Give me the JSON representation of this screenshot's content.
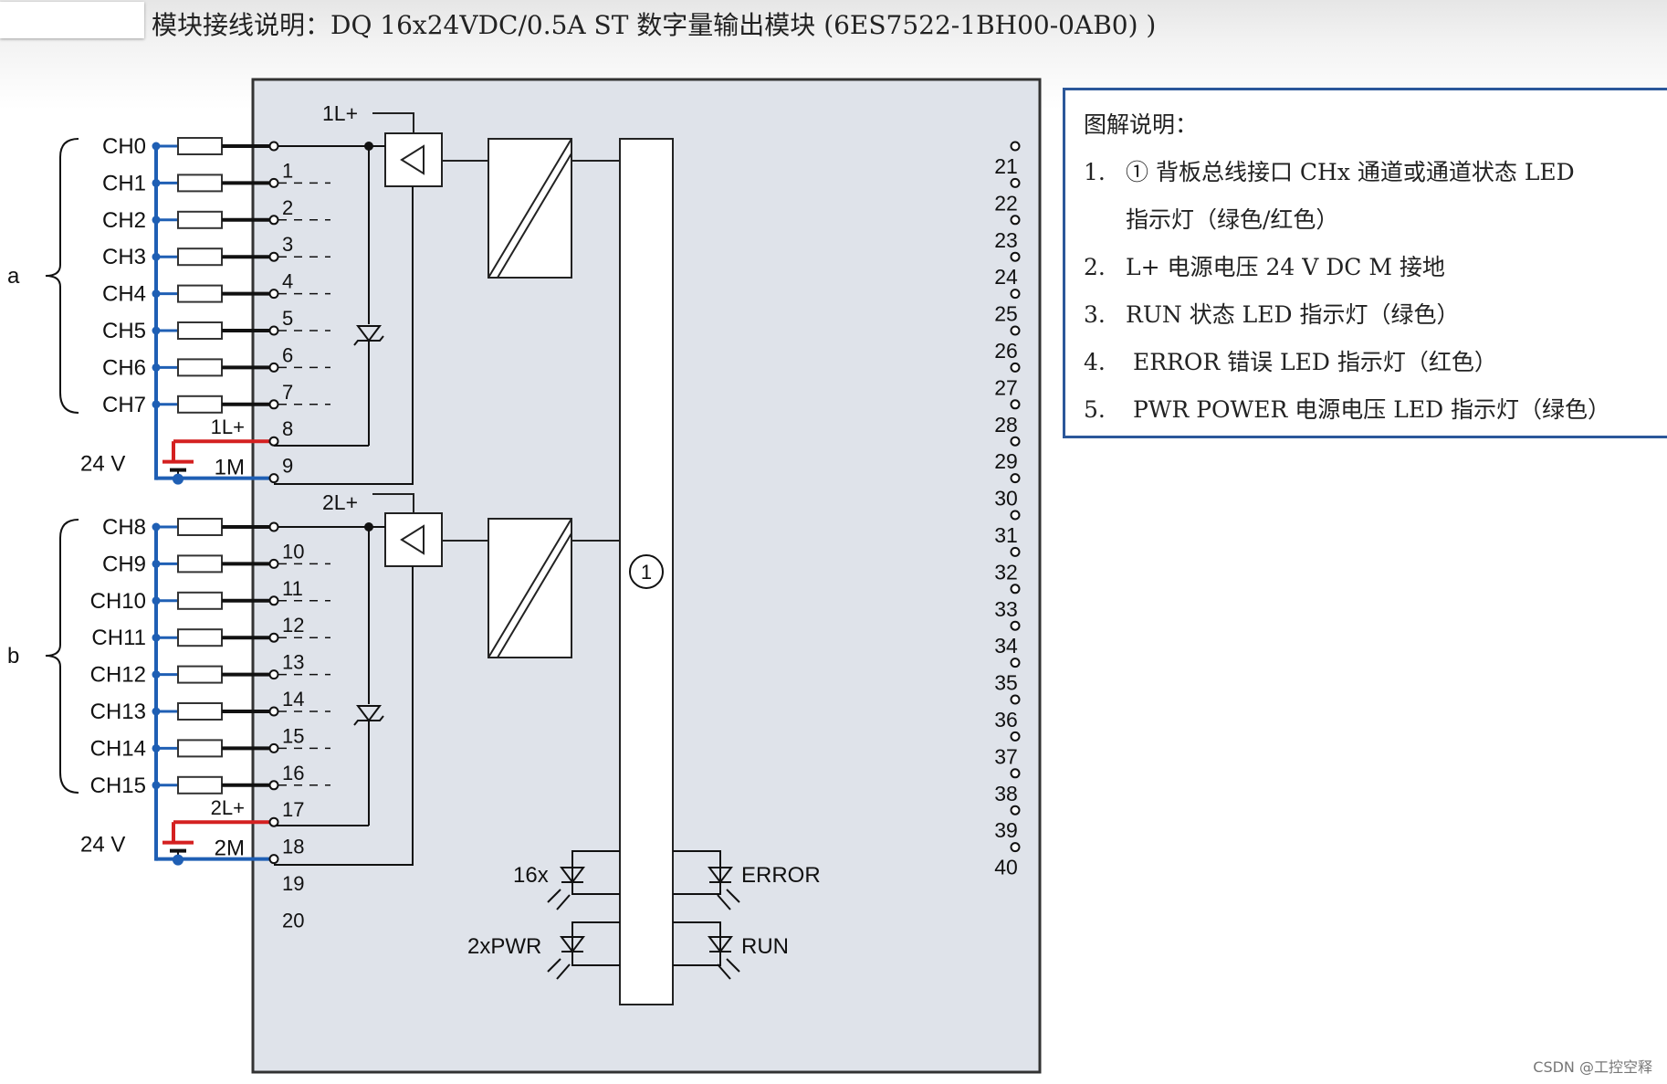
{
  "title": "模块接线说明：DQ 16x24VDC/0.5A ST 数字量输出模块 (6ES7522-1BH00-0AB0) )",
  "group_a": {
    "bracket_label": "a",
    "channels": [
      "CH0",
      "CH1",
      "CH2",
      "CH3",
      "CH4",
      "CH5",
      "CH6",
      "CH7"
    ],
    "terminals": [
      "1",
      "2",
      "3",
      "4",
      "5",
      "6",
      "7",
      "8",
      "9"
    ],
    "supply_plus": "1L+",
    "supply_minus": "1M",
    "voltage": "24 V",
    "internal_supply": "1L+"
  },
  "group_b": {
    "bracket_label": "b",
    "channels": [
      "CH8",
      "CH9",
      "CH10",
      "CH11",
      "CH12",
      "CH13",
      "CH14",
      "CH15"
    ],
    "terminals": [
      "10",
      "11",
      "12",
      "13",
      "14",
      "15",
      "16",
      "17",
      "18",
      "19",
      "20"
    ],
    "supply_plus": "2L+",
    "supply_minus": "2M",
    "voltage": "24 V",
    "internal_supply": "2L+"
  },
  "right_terminals": [
    "21",
    "22",
    "23",
    "24",
    "25",
    "26",
    "27",
    "28",
    "29",
    "30",
    "31",
    "32",
    "33",
    "34",
    "35",
    "36",
    "37",
    "38",
    "39",
    "40"
  ],
  "backplane_marker": "1",
  "leds": {
    "channel_led": "16x",
    "power_led": "2xPWR",
    "error_led": "ERROR",
    "run_led": "RUN"
  },
  "legend": {
    "title": "图解说明：",
    "items": [
      {
        "num": "1.",
        "text": "① 背板总线接口 CHx 通道或通道状态 LED",
        "continuation": "指示灯（绿色/红色）"
      },
      {
        "num": "2.",
        "text": "L+ 电源电压 24 V DC M 接地"
      },
      {
        "num": "3.",
        "text": "RUN 状态 LED 指示灯（绿色）"
      },
      {
        "num": "4.",
        "text": " ERROR 错误 LED 指示灯（红色）"
      },
      {
        "num": "5.",
        "text": " PWR POWER 电源电压 LED 指示灯（绿色）"
      }
    ]
  },
  "watermark": "CSDN @工控空释",
  "colors": {
    "module_fill": "#dfe3ea",
    "wire_blue": "#1f5fb4",
    "wire_red": "#d42020",
    "line": "#111111"
  }
}
